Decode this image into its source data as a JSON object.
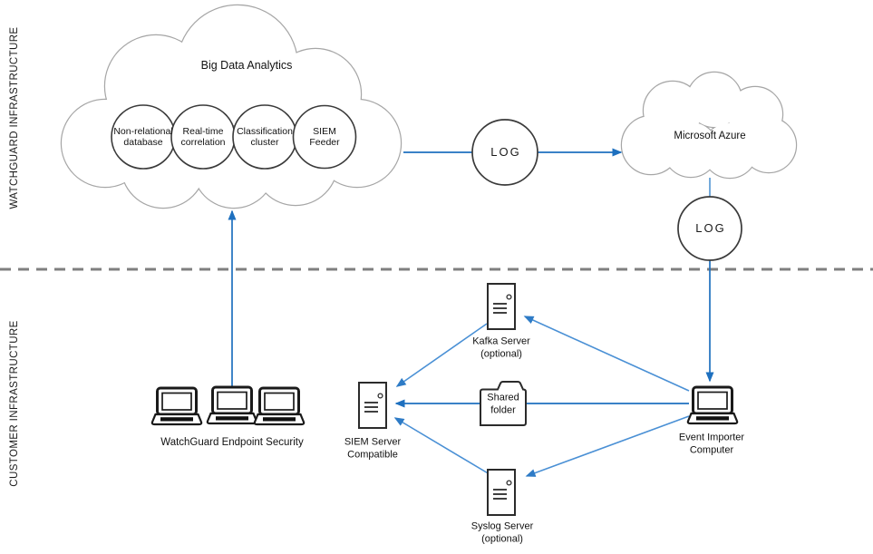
{
  "zones": {
    "watchguard": {
      "label": "WATCHGUARD INFRASTRUCTURE"
    },
    "customer": {
      "label": "CUSTOMER INFRASTRUCTURE"
    }
  },
  "big_data_cloud": {
    "title": "Big Data Analytics",
    "components": [
      {
        "line1": "Non-relational",
        "line2": "database"
      },
      {
        "line1": "Real-time",
        "line2": "correlation"
      },
      {
        "line1": "Classification",
        "line2": "cluster"
      },
      {
        "line1": "SIEM",
        "line2": "Feeder"
      }
    ]
  },
  "azure_cloud": {
    "title": "Microsoft Azure"
  },
  "log_badges": {
    "upper": "LOG",
    "lower": "LOG"
  },
  "nodes": {
    "endpoint_security": {
      "label": "WatchGuard Endpoint Security"
    },
    "kafka_server": {
      "line1": "Kafka Server",
      "line2": "(optional)"
    },
    "shared_folder": {
      "line1": "Shared",
      "line2": "folder"
    },
    "siem_server": {
      "line1": "SIEM Server",
      "line2": "Compatible"
    },
    "syslog_server": {
      "line1": "Syslog Server",
      "line2": "(optional)"
    },
    "event_importer": {
      "line1": "Event Importer",
      "line2": "Computer"
    }
  },
  "colors": {
    "arrow_blue": "#1E70BF",
    "diagonal_blue": "#4A90D5",
    "light_blue": "#5B9BD5",
    "cloud_outline": "#A6A6A6",
    "separator_gray": "#7F7F7F",
    "icon_stroke": "#2B2B2B"
  }
}
